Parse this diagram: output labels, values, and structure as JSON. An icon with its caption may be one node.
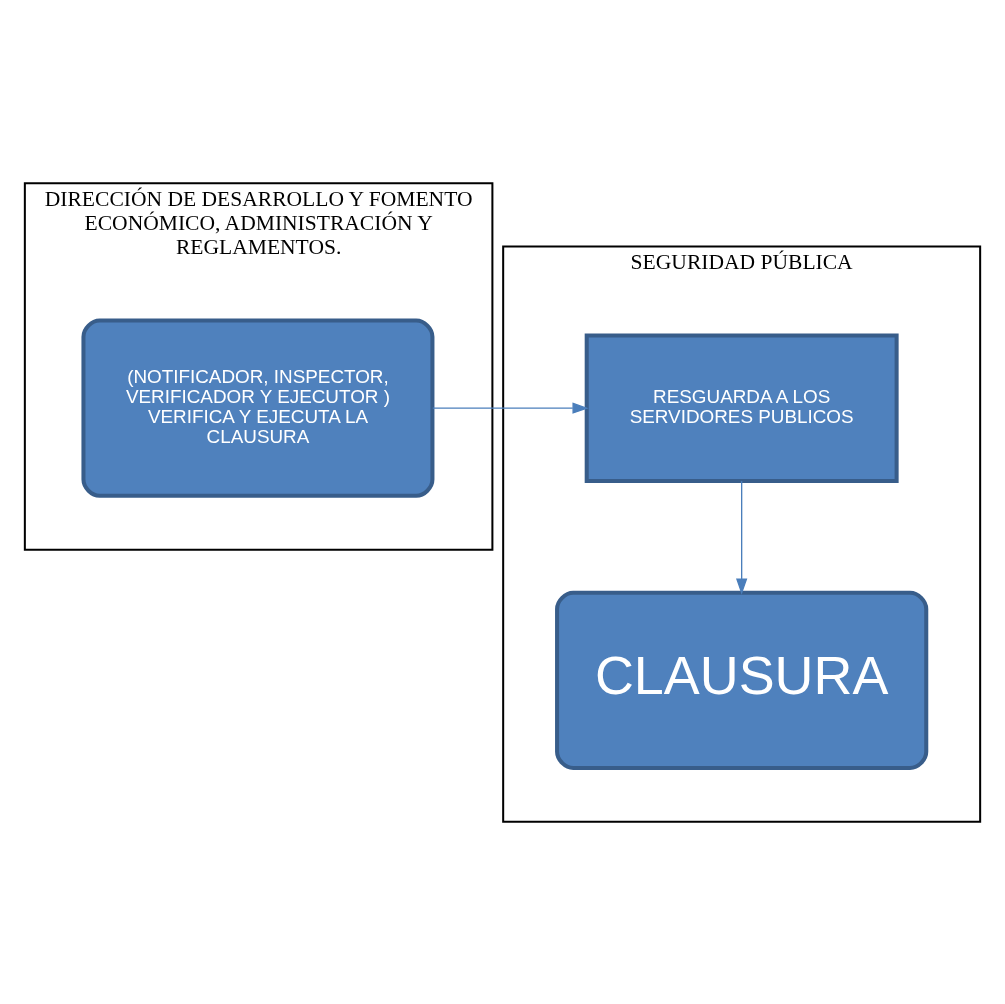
{
  "diagram": {
    "nodes": [
      {
        "text": [
          "DIRECCIÓN DE DESARROLLO Y FOMENTO ECONÓMICO, ADMINISTRACIÓN Y REGLAMENTOS."
        ]
      },
      {
        "text": [
          "(NOTIFICADOR, INSPECTOR, VERIFICADOR Y EJECUTOR ) VERIFICA Y EJECUTA LA CLAUSURA"
        ],
        "in": 0
      },
      {
        "text": [
          "SEGURIDAD PÚBLICA"
        ]
      },
      {
        "text": [
          "RESGUARDA A LOS SERVIDORES PUBLICOS"
        ],
        "in": 2
      },
      {
        "text": [
          "CLAUSURA"
        ],
        "in": 2
      }
    ],
    "edges": [
      {
        "from": 1,
        "to": 3,
        "arrow": "to"
      },
      {
        "from": 3,
        "to": 4,
        "arrow": "to"
      }
    ]
  }
}
